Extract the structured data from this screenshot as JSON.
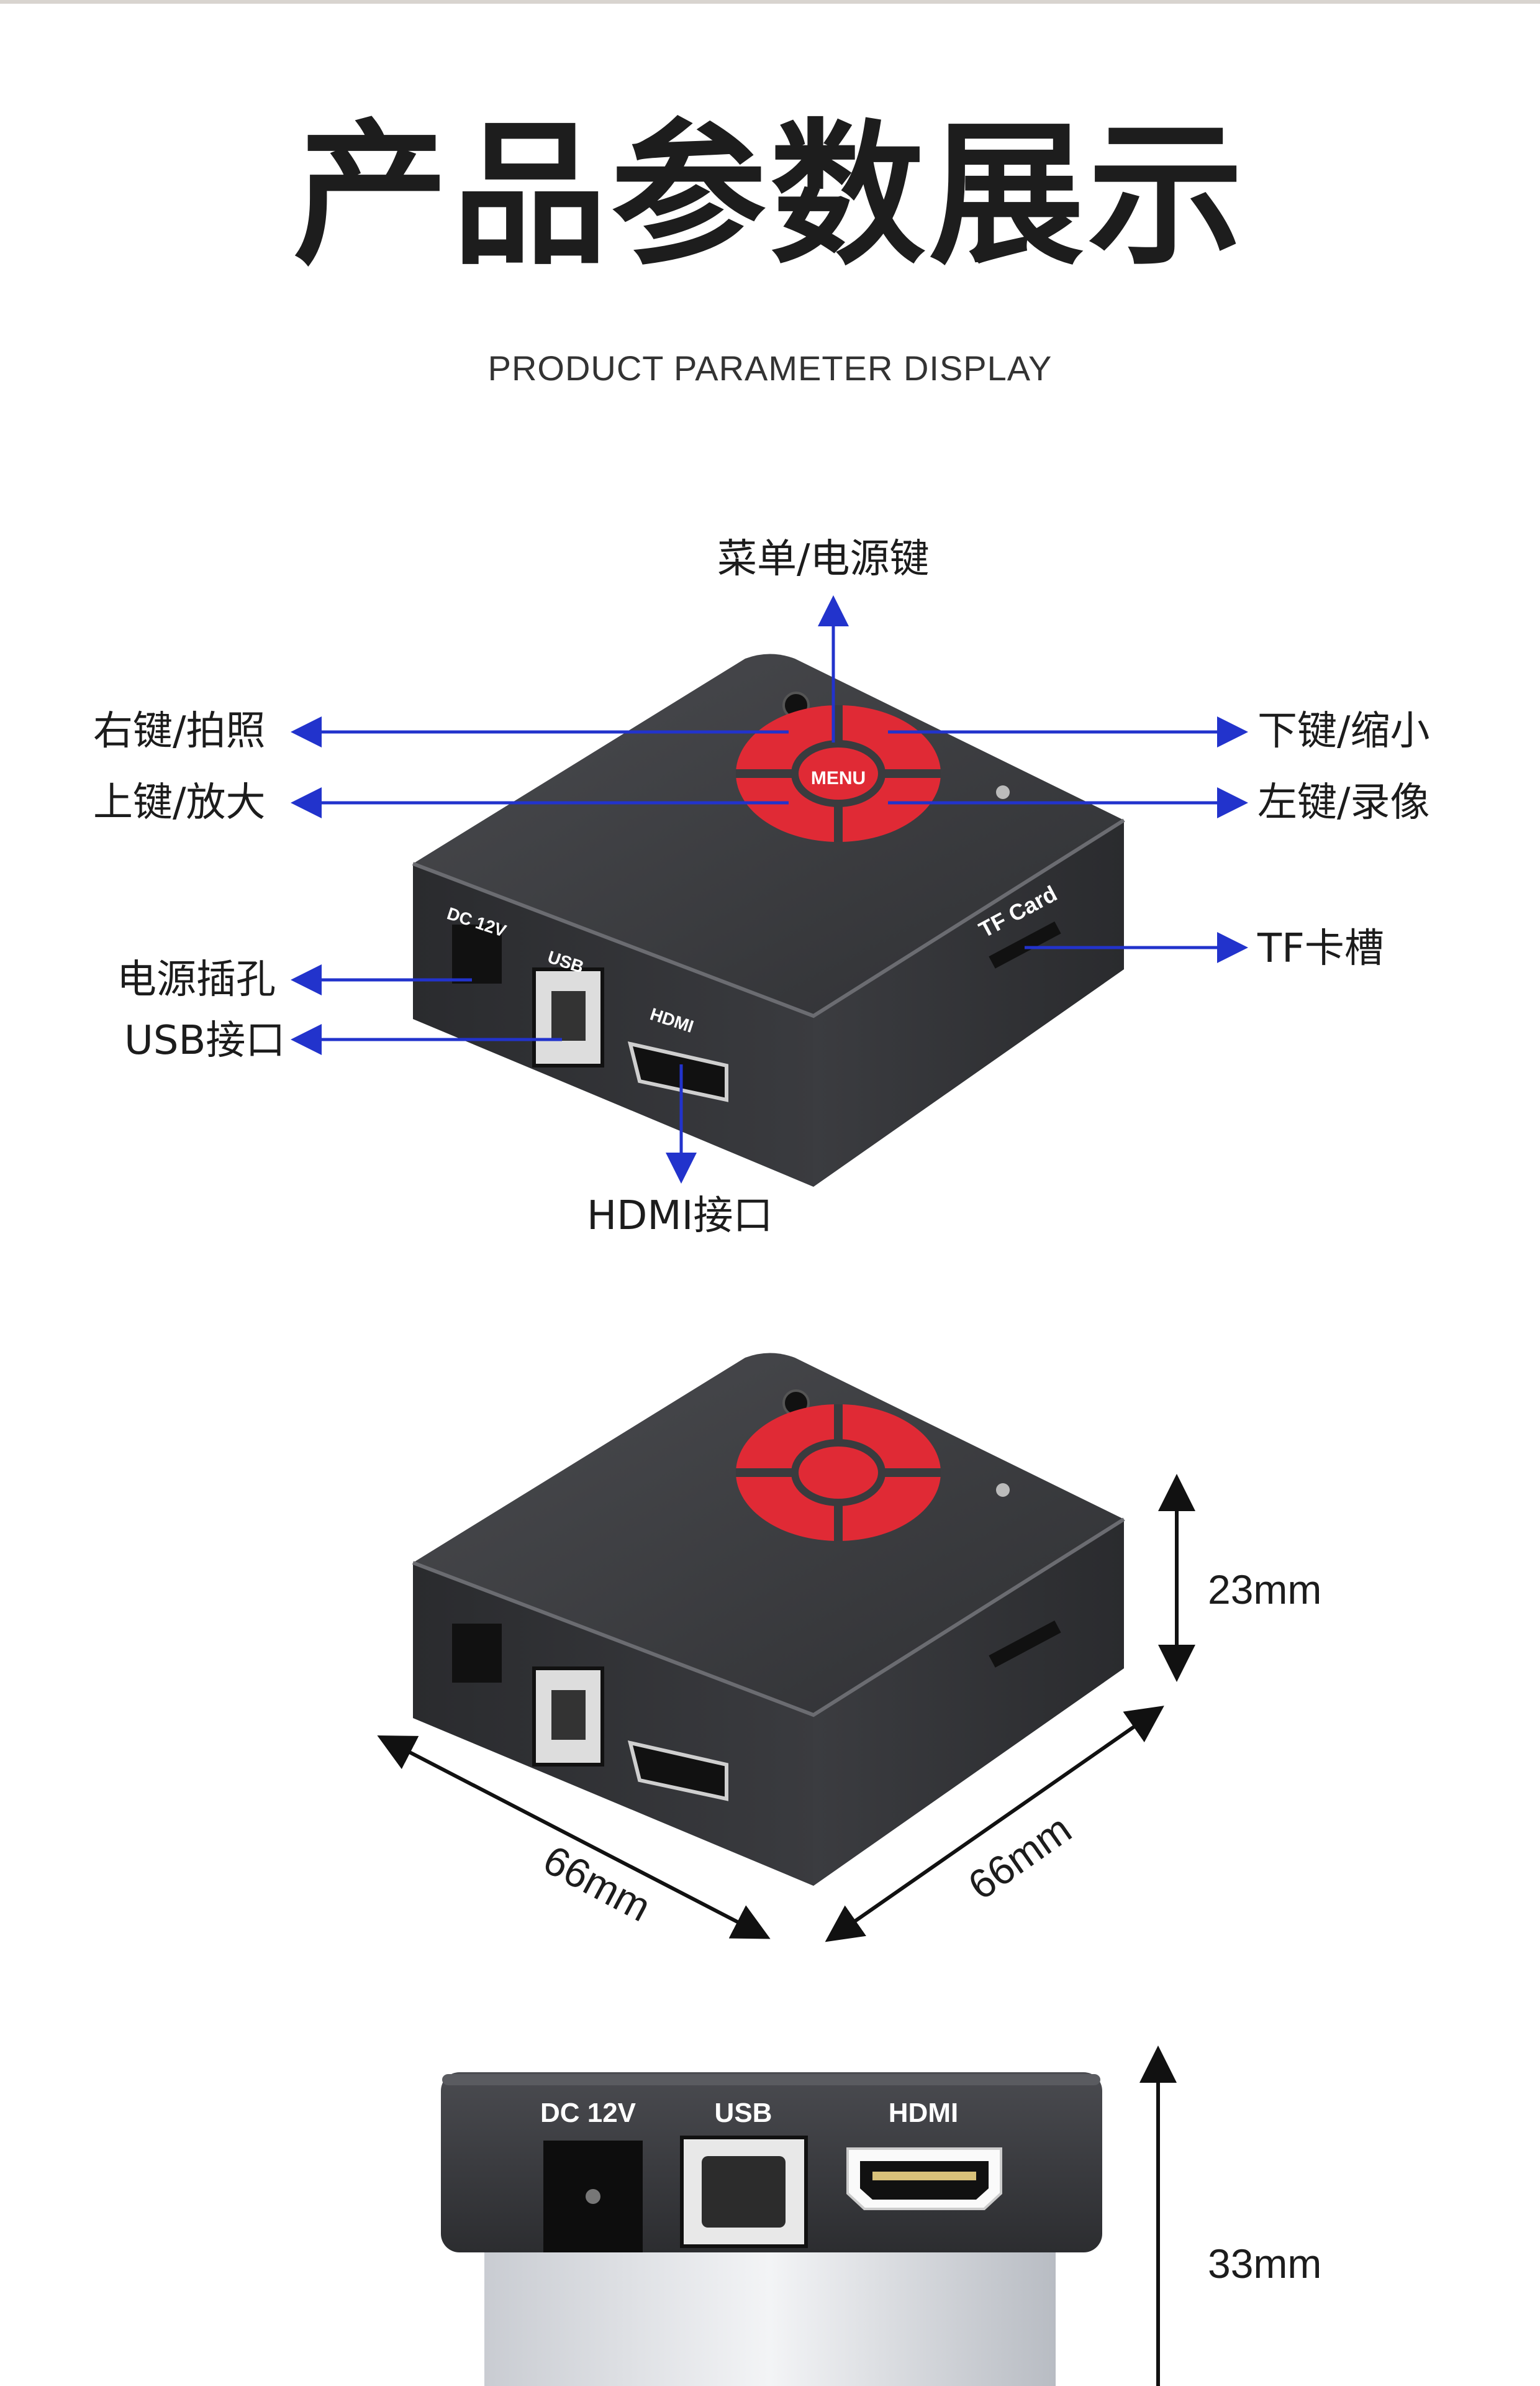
{
  "header": {
    "title": "产品参数展示",
    "subtitle": "PRODUCT PARAMETER DISPLAY"
  },
  "callouts": {
    "menu_power": "菜单/电源键",
    "right_photo": "右键/拍照",
    "up_zoom_in": "上键/放大",
    "down_zoom_out": "下键/缩小",
    "left_record": "左键/录像",
    "tf_slot": "TF卡槽",
    "power_jack": "电源插孔",
    "usb_port": "USB接口",
    "hdmi_port": "HDMI接口"
  },
  "device": {
    "dc_label": "DC 12V",
    "usb_label": "USB",
    "hdmi_label": "HDMI",
    "tf_label": "TF Card",
    "button_center_label": "MENU"
  },
  "dimensions": {
    "height": "23mm",
    "width_left": "66mm",
    "width_right": "66mm",
    "front_height": "33mm"
  },
  "colors": {
    "arrow_blue": "#2233cc",
    "button_red": "#e02a35",
    "body_dark": "#3a3b3e"
  }
}
